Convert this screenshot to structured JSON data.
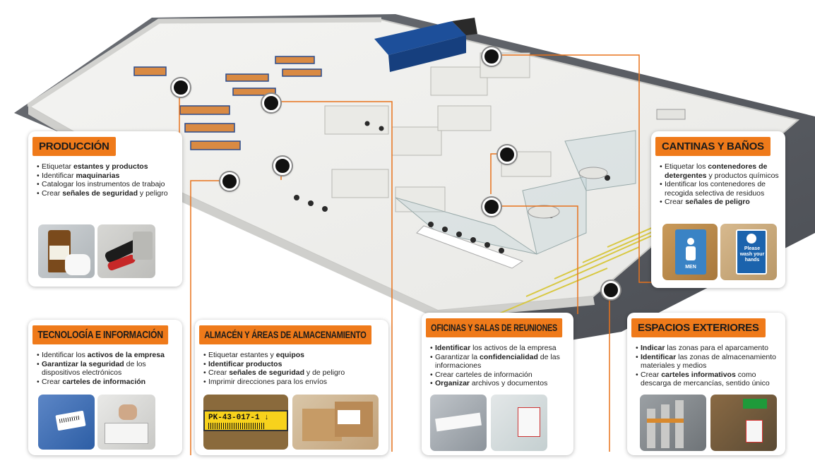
{
  "sections": {
    "produccion": {
      "title": "PRODUCCIÓN",
      "items": [
        [
          {
            "t": "Etiquetar "
          },
          {
            "b": "estantes y productos"
          }
        ],
        [
          {
            "t": "Identificar "
          },
          {
            "b": "maquinarias"
          }
        ],
        [
          {
            "t": "Catalogar los instrumentos de trabajo"
          }
        ],
        [
          {
            "t": "Crear "
          },
          {
            "b": "señales de seguridad"
          },
          {
            "t": " y peligro"
          }
        ]
      ]
    },
    "tecnologia": {
      "title": "TECNOLOGÍA E INFORMACIÓN",
      "items": [
        [
          {
            "t": "Identificar los "
          },
          {
            "b": "activos de la empresa"
          }
        ],
        [
          {
            "b": "Garantizar la seguridad"
          },
          {
            "t": " de los dispositivos electrónicos"
          }
        ],
        [
          {
            "t": "Crear "
          },
          {
            "b": "carteles de información"
          }
        ]
      ]
    },
    "almacen": {
      "title": "ALMACÉN Y ÁREAS DE ALMACENAMIENTO",
      "items": [
        [
          {
            "t": "Etiquetar estantes y "
          },
          {
            "b": "equipos"
          }
        ],
        [
          {
            "b": "Identificar productos"
          }
        ],
        [
          {
            "t": "Crear "
          },
          {
            "b": "señales de seguridad"
          },
          {
            "t": " y de peligro"
          }
        ],
        [
          {
            "t": "Imprimir direcciones para los envíos"
          }
        ]
      ],
      "photo_label": "PK-43-017-1 ↓"
    },
    "oficinas": {
      "title": "OFICINAS Y SALAS DE REUNIONES",
      "items": [
        [
          {
            "b": "Identificar"
          },
          {
            "t": " los activos de la empresa"
          }
        ],
        [
          {
            "t": "Garantizar la "
          },
          {
            "b": "confidencialidad"
          },
          {
            "t": " de las informaciones"
          }
        ],
        [
          {
            "t": "Crear carteles de información"
          }
        ],
        [
          {
            "b": "Organizar"
          },
          {
            "t": " archivos y documentos"
          }
        ]
      ]
    },
    "cantinas": {
      "title": "CANTINAS Y BAÑOS",
      "items": [
        [
          {
            "t": "Etiquetar los "
          },
          {
            "b": "contenedores de detergentes"
          },
          {
            "t": " y productos químicos"
          }
        ],
        [
          {
            "t": "Identificar los contenedores de recogida selectiva de residuos"
          }
        ],
        [
          {
            "t": "Crear "
          },
          {
            "b": "señales de peligro"
          }
        ]
      ],
      "photo_label_men": "MEN",
      "photo_label_wash": "Please wash your hands"
    },
    "exteriores": {
      "title": "ESPACIOS EXTERIORES",
      "items": [
        [
          {
            "b": "Indicar"
          },
          {
            "t": " las zonas para el aparcamento"
          }
        ],
        [
          {
            "b": "Identificar"
          },
          {
            "t": " las zonas de almacenamiento materiales y medios"
          }
        ],
        [
          {
            "t": "Crear "
          },
          {
            "b": "carteles informativos"
          },
          {
            "t": " como descarga de mercancías, sentido único"
          }
        ]
      ]
    }
  },
  "colors": {
    "accent": "#ef7a1a",
    "line": "#e8731c",
    "floor": "#f1f1ef",
    "road": "#55585f",
    "wall": "#d9d9d6"
  },
  "icons": [
    "location-pin-icon",
    "person-icon",
    "hand-wash-icon",
    "arrow-down-icon"
  ]
}
